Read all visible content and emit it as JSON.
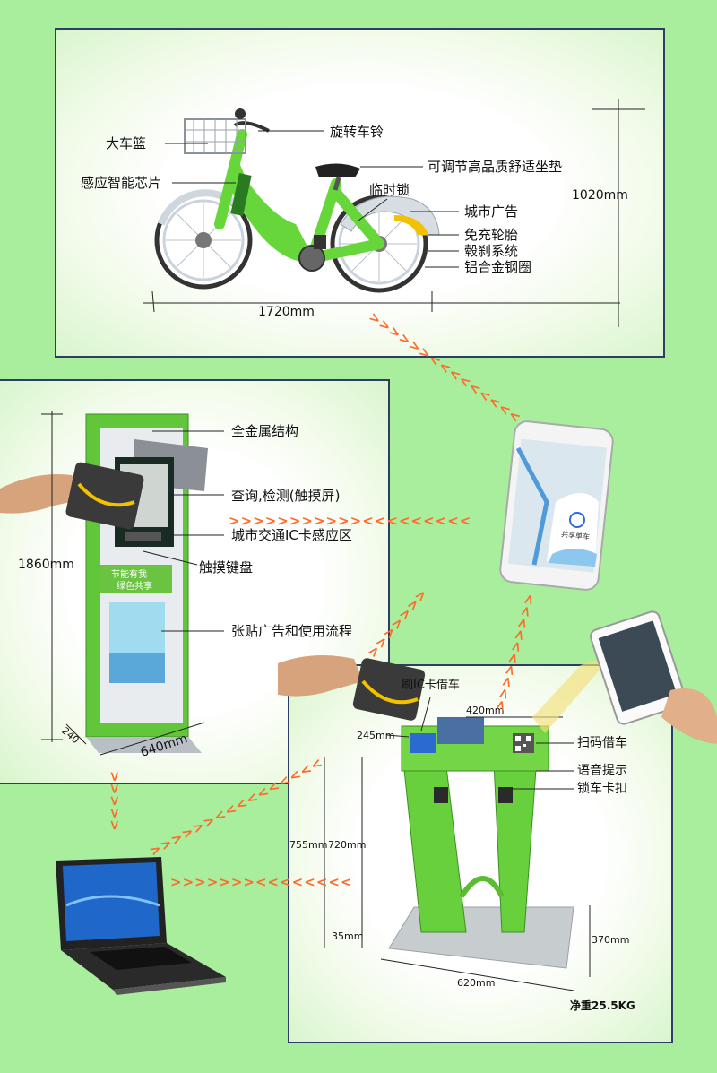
{
  "bike": {
    "labels": {
      "basket": "大车篮",
      "chip": "感应智能芯片",
      "bell": "旋转车铃",
      "seat": "可调节高品质舒适坐垫",
      "lock": "临时锁",
      "ad": "城市广告",
      "tire": "免充轮胎",
      "brake": "毂刹系统",
      "rim": "铝合金钢圈"
    },
    "length": "1720mm",
    "height": "1020mm"
  },
  "kiosk": {
    "labels": {
      "metal": "全金属结构",
      "query": "查询,检测(触摸屏)",
      "ic_zone": "城市交通IC卡感应区",
      "keypad": "触摸键盘",
      "poster": "张贴广告和使用流程"
    },
    "height": "1860mm",
    "depth": "240",
    "width": "640mm",
    "sign": [
      "节能有我",
      "绿色共享"
    ]
  },
  "dock": {
    "labels": {
      "ic_borrow": "刷IC卡借车",
      "scan_borrow": "扫码借车",
      "voice": "语音提示",
      "latch": "锁车卡扣"
    },
    "dims": {
      "top_width": "420mm",
      "left": "245mm",
      "h1": "755mm",
      "h2": "720mm",
      "foot": "35mm",
      "base_h": "370mm",
      "base_w": "620mm"
    },
    "weight": "净重25.5KG"
  },
  "phone": {
    "caption": "共享单车"
  },
  "colors": {
    "background": "#a8ee9c",
    "panel_border": "#2e3d63",
    "bike_green": "#66d63a",
    "arrow": "#ff6a2a"
  }
}
